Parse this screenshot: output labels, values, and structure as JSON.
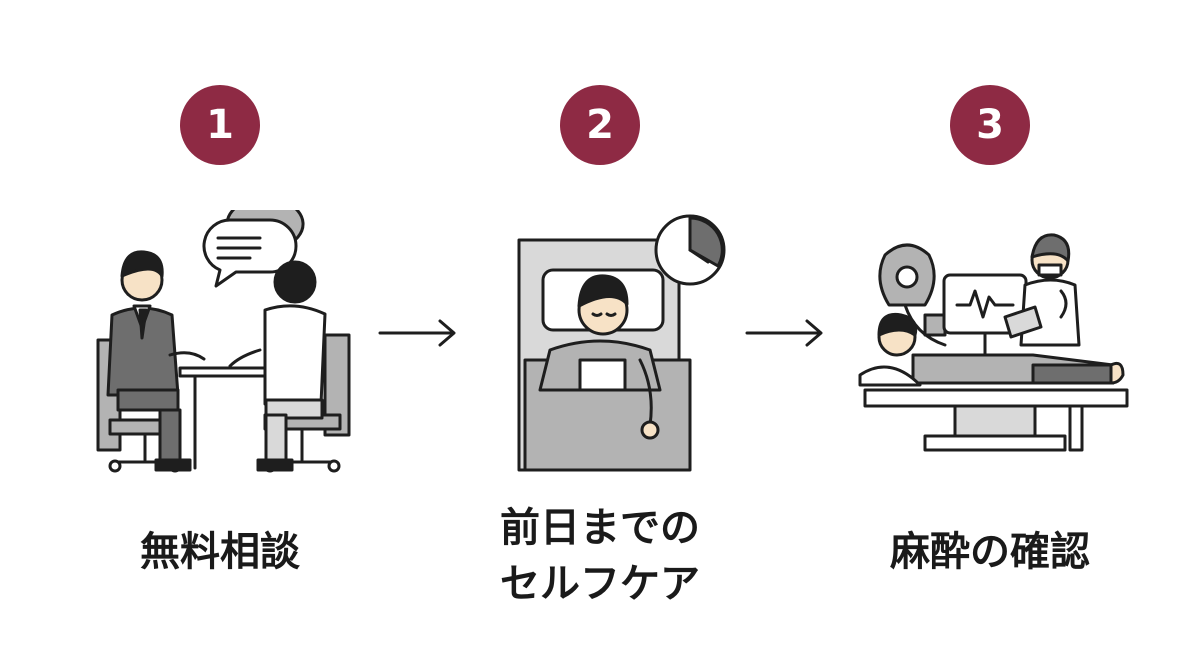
{
  "colors": {
    "badge": "#8e2a44",
    "line": "#1e1e1e",
    "gray_light": "#d9d9d9",
    "gray_mid": "#b3b3b3",
    "gray_dark": "#6e6e6e",
    "skin": "#f7e2c6",
    "hair": "#1e1e1e"
  },
  "steps": [
    {
      "number": "1",
      "caption_lines": [
        "無料相談"
      ],
      "icon": "consultation-icon"
    },
    {
      "number": "2",
      "caption_lines": [
        "前日までの",
        "セルフケア"
      ],
      "icon": "bed-rest-icon"
    },
    {
      "number": "3",
      "caption_lines": [
        "麻酔の確認"
      ],
      "icon": "anesthesia-check-icon"
    }
  ],
  "arrows": [
    "arrow-right-icon",
    "arrow-right-icon"
  ]
}
